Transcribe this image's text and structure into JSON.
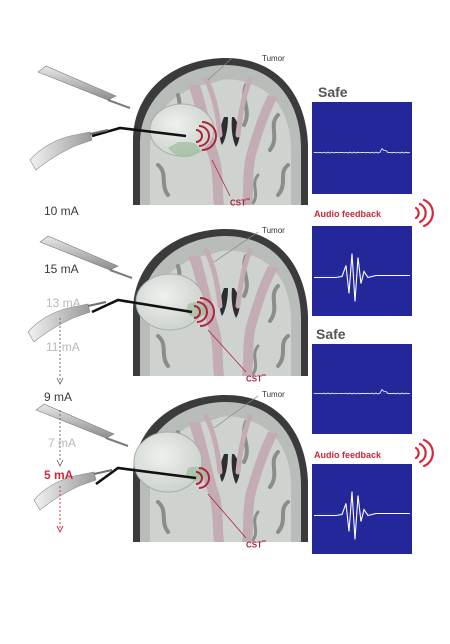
{
  "currents": [
    {
      "id": "c10",
      "label": "10 mA",
      "style": "normal"
    },
    {
      "id": "c15",
      "label": "15 mA",
      "style": "normal"
    },
    {
      "id": "c13",
      "label": "13 mA",
      "style": "faint"
    },
    {
      "id": "c11",
      "label": "11 mA",
      "style": "faint"
    },
    {
      "id": "c9",
      "label": "9 mA",
      "style": "normal"
    },
    {
      "id": "c7",
      "label": "7 mA",
      "style": "faint"
    },
    {
      "id": "c5",
      "label": "5 mA",
      "style": "active"
    }
  ],
  "labels": {
    "tumor": "Tumor",
    "cst": "CST",
    "cst_sup": "**",
    "safe": "Safe",
    "audio_feedback": "Audio feedback"
  },
  "panels": [
    {
      "id": "p1",
      "label_key": "safe",
      "signal": "flat"
    },
    {
      "id": "p2",
      "label_key": "audio_feedback",
      "signal": "spike"
    },
    {
      "id": "p3",
      "label_key": "safe",
      "signal": "flat"
    },
    {
      "id": "p4",
      "label_key": "audio_feedback",
      "signal": "spike"
    }
  ],
  "colors": {
    "accent": "#d4293a",
    "cst": "#a8253a",
    "scope_bg": "#24279a",
    "brain_gray": "#b7bcb8",
    "brain_dark": "#3a3a3c",
    "tract": "#c0a8b0",
    "tumor": "#d8dcd8",
    "tumor_tint": "#9fbf9f"
  }
}
